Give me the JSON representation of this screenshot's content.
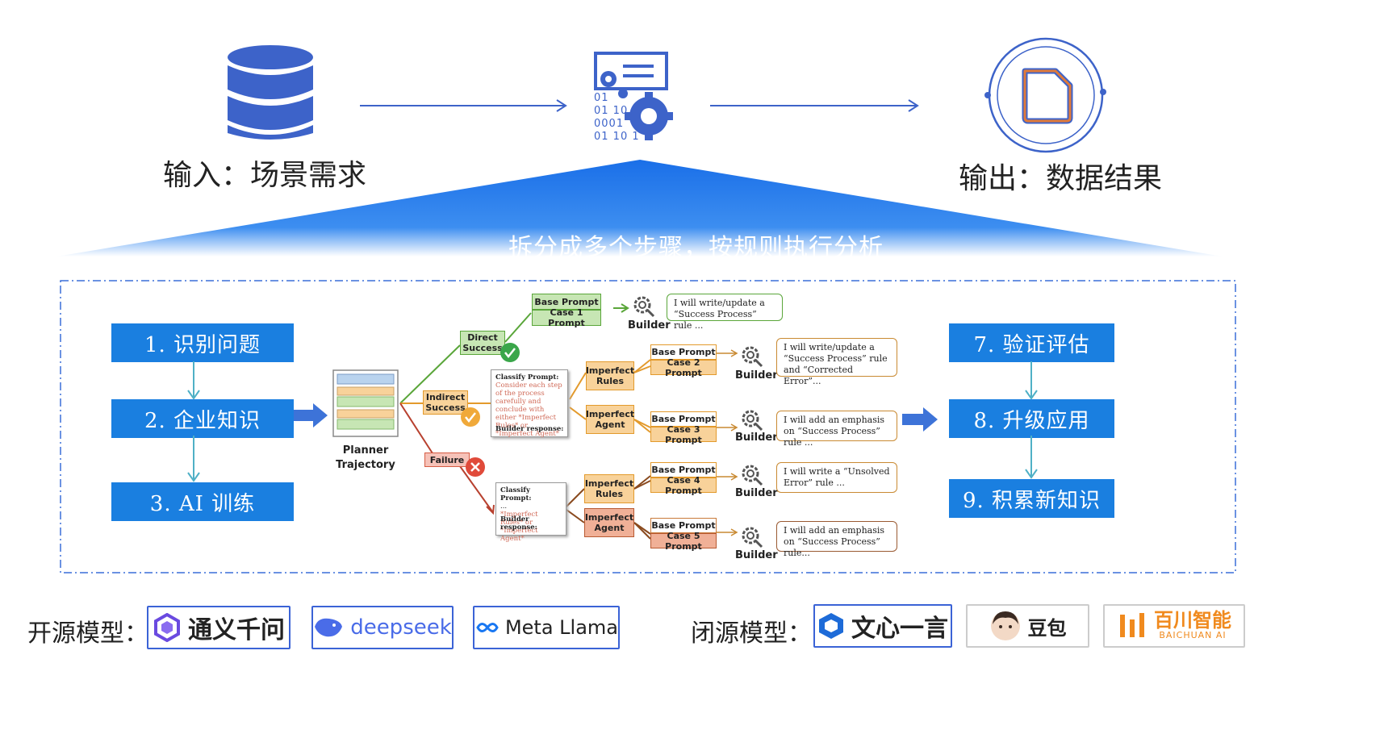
{
  "top": {
    "input_label": "输入：场景需求",
    "output_label": "输出：数据结果",
    "binary_lines": [
      "01",
      "01 10",
      "0001",
      "01 10 1"
    ]
  },
  "band": {
    "text": "拆分成多个步骤，按规则执行分析"
  },
  "steps_left": [
    "1.  识别问题",
    "2.  企业知识",
    "3.  AI   训练"
  ],
  "steps_right": [
    "7.  验证评估",
    "8.  升级应用",
    "9.  积累新知识"
  ],
  "diagram": {
    "planner_label_1": "Planner",
    "planner_label_2": "Trajectory",
    "direct_1": "Direct",
    "direct_2": "Success",
    "indirect_1": "Indirect",
    "indirect_2": "Success",
    "failure": "Failure",
    "base_prompt": "Base Prompt",
    "case1": "Case 1 Prompt",
    "case2": "Case 2 Prompt",
    "case3": "Case 3 Prompt",
    "case4": "Case 4 Prompt",
    "case5": "Case 5 Prompt",
    "imperfect": "Imperfect",
    "rules": "Rules",
    "agent": "Agent",
    "builder": "Builder",
    "classify_title": "Classify Prompt:",
    "classify1_red": "Consider each step of the process carefully and conclude with either *Imperfect Rules* or *Imperfect Agent*",
    "classify2_dots": "...",
    "classify2_red": "*Imperfect Rules* or *Imperfect Agent*",
    "builder_response": "Builder response:",
    "note1": "I will write/update a “Success Process” rule ...",
    "note2": "I will write/update a “Success Process” rule and “Corrected Error”...",
    "note3": "I will add an emphasis on “Success Process” rule ...",
    "note4": "I will write a “Unsolved Error” rule ...",
    "note5": "I will add an emphasis on “Success Process” rule..."
  },
  "models": {
    "open_label": "开源模型：",
    "closed_label": "闭源模型：",
    "open": [
      "通义千问",
      "deepseek",
      "Meta Llama"
    ],
    "closed": [
      "文心一言",
      "豆包"
    ],
    "baichuan_cn": "百川智能",
    "baichuan_en": "BAICHUAN AI"
  },
  "colors": {
    "accent_blue": "#1a7fe0",
    "icon_blue": "#3d63c9",
    "doc_orange": "#e07a3a"
  }
}
